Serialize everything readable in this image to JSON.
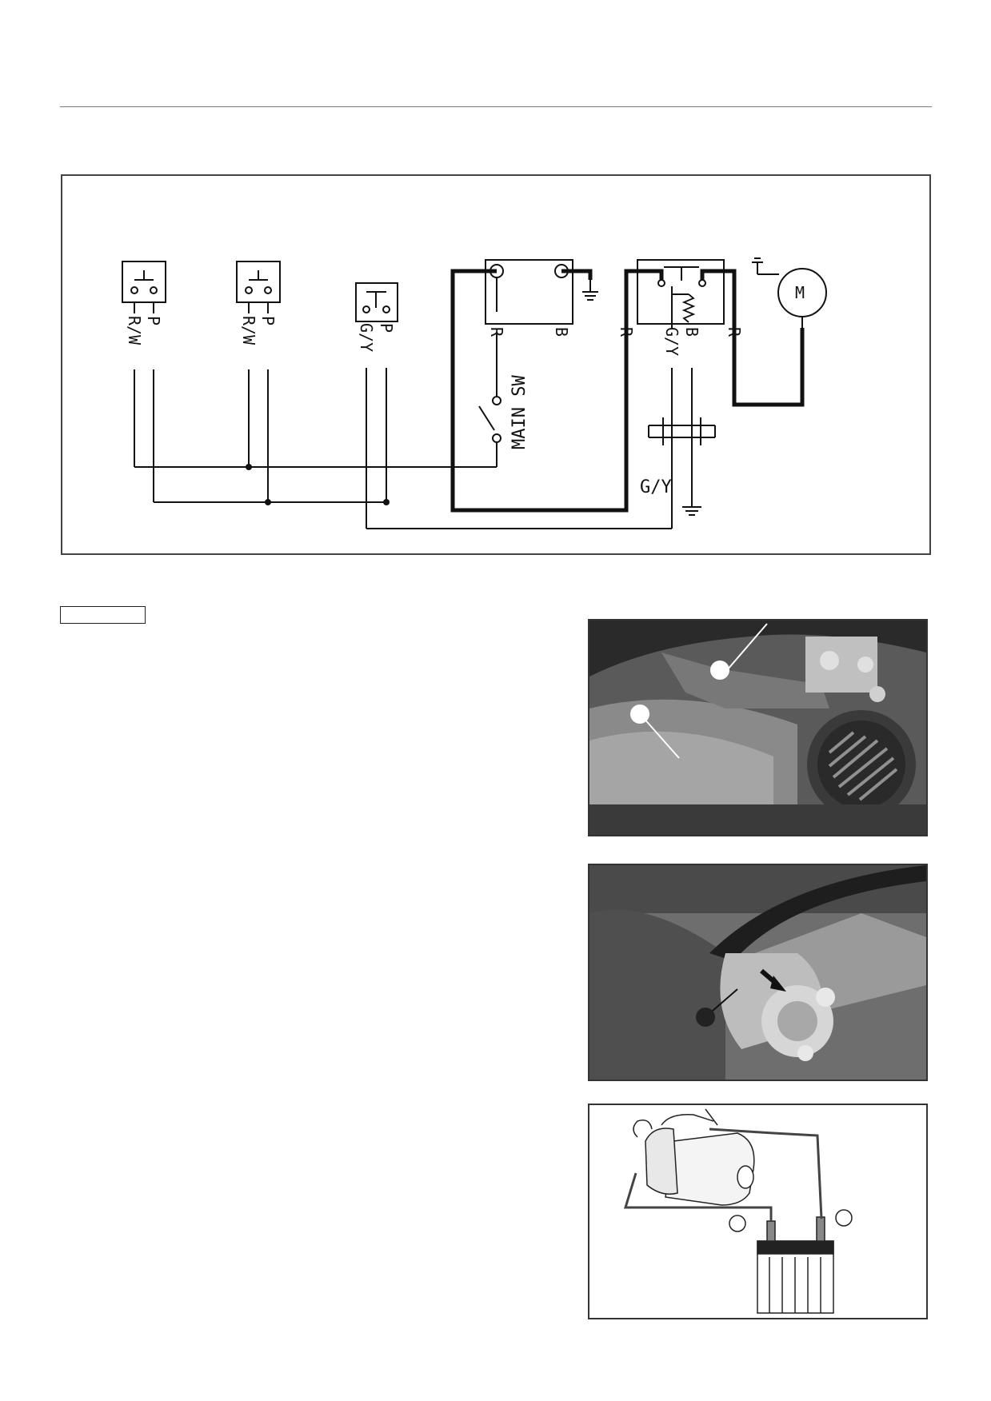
{
  "diagram": {
    "labels": {
      "rw": "R/W",
      "p": "P",
      "gy_vertical": "G/Y",
      "r": "R",
      "b": "B",
      "main_sw": "MAIN SW",
      "gy": "G/Y",
      "motor": "M"
    }
  },
  "section_box_label": "",
  "colors": {
    "line": "#111111",
    "frame": "#444444",
    "photo_dark": "#2a2a2a",
    "photo_mid": "#6e6e6e",
    "photo_light": "#b5b5b5"
  }
}
